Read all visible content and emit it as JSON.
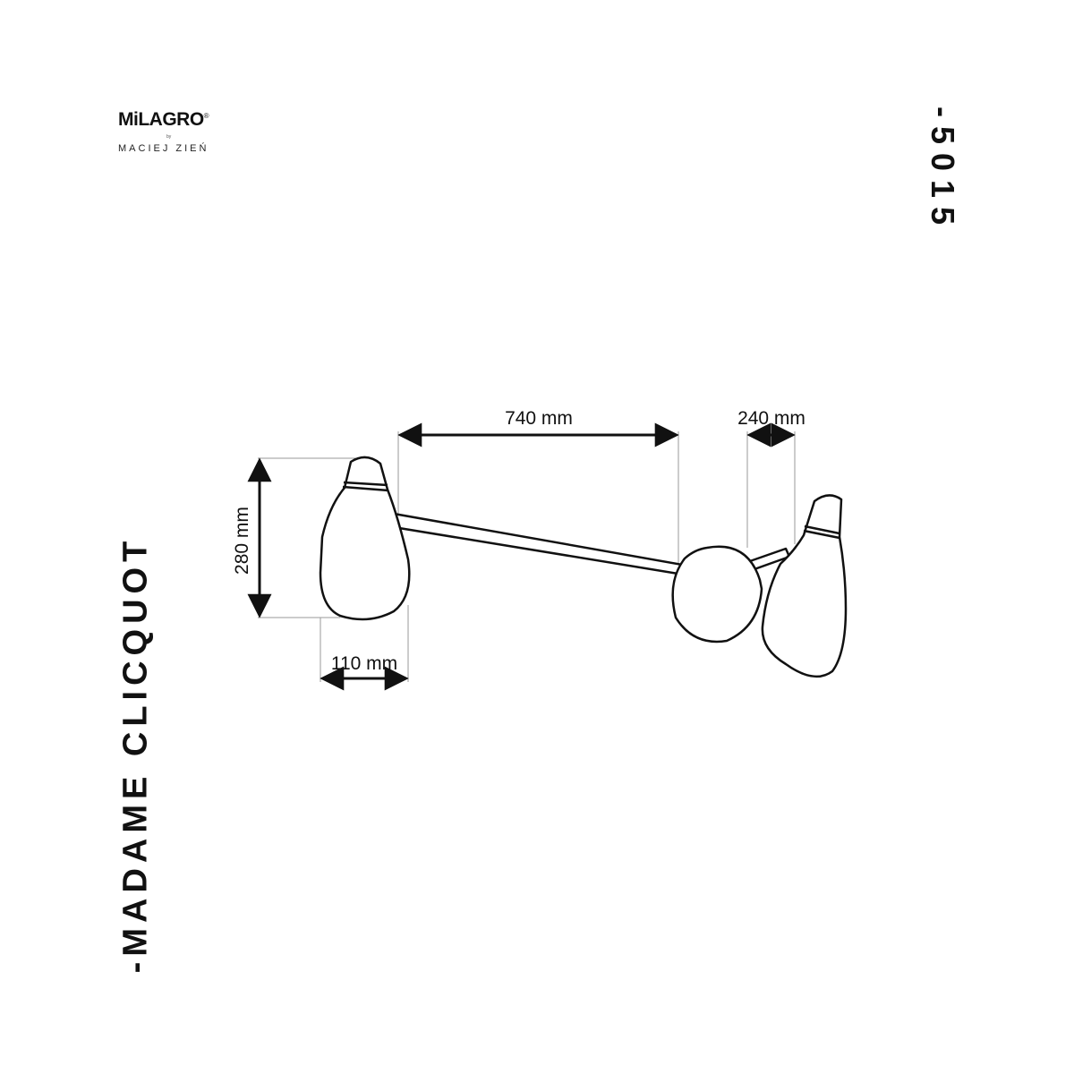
{
  "brand": {
    "logo_text": "MiLAGRO",
    "registered": "®",
    "by": "by",
    "designer": "MACIEJ ZIEŃ"
  },
  "product": {
    "code": "-5015",
    "name": "-MADAME CLICQUOT"
  },
  "dimensions": {
    "length": "740 mm",
    "shade_length": "240 mm",
    "height": "280 mm",
    "width": "110 mm"
  },
  "colors": {
    "line": "#111111",
    "guide": "#9a9a9a",
    "background": "#ffffff"
  }
}
